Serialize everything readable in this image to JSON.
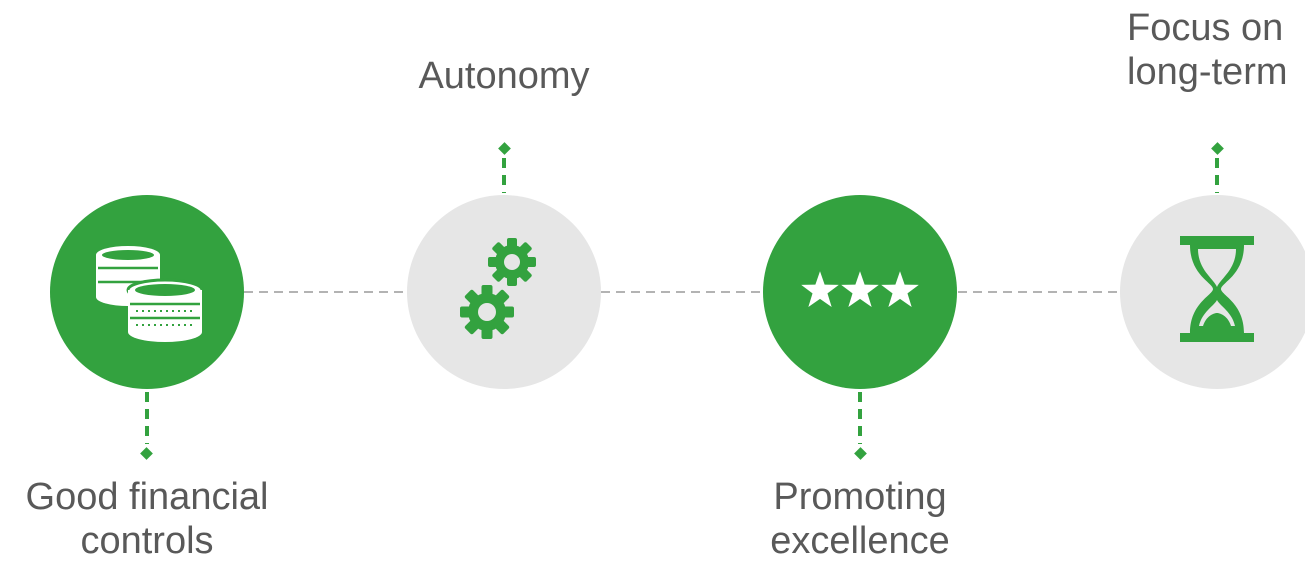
{
  "colors": {
    "green": "#33a23f",
    "gray_circle": "#e6e6e6",
    "connector": "#b3b3b3",
    "text": "#595959"
  },
  "steps": [
    {
      "id": "good-financial-controls",
      "label_lines": [
        "Good financial",
        "controls"
      ],
      "icon": "coins-icon",
      "fill": "green",
      "label_position": "below"
    },
    {
      "id": "autonomy",
      "label_lines": [
        "Autonomy"
      ],
      "icon": "gears-icon",
      "fill": "gray",
      "label_position": "above"
    },
    {
      "id": "promoting-excellence",
      "label_lines": [
        "Promoting",
        "excellence"
      ],
      "icon": "three-stars-icon",
      "fill": "green",
      "label_position": "below"
    },
    {
      "id": "focus-on-long-term",
      "label_lines": [
        "Focus on",
        "long-term"
      ],
      "icon": "hourglass-icon",
      "fill": "gray",
      "label_position": "above"
    }
  ]
}
